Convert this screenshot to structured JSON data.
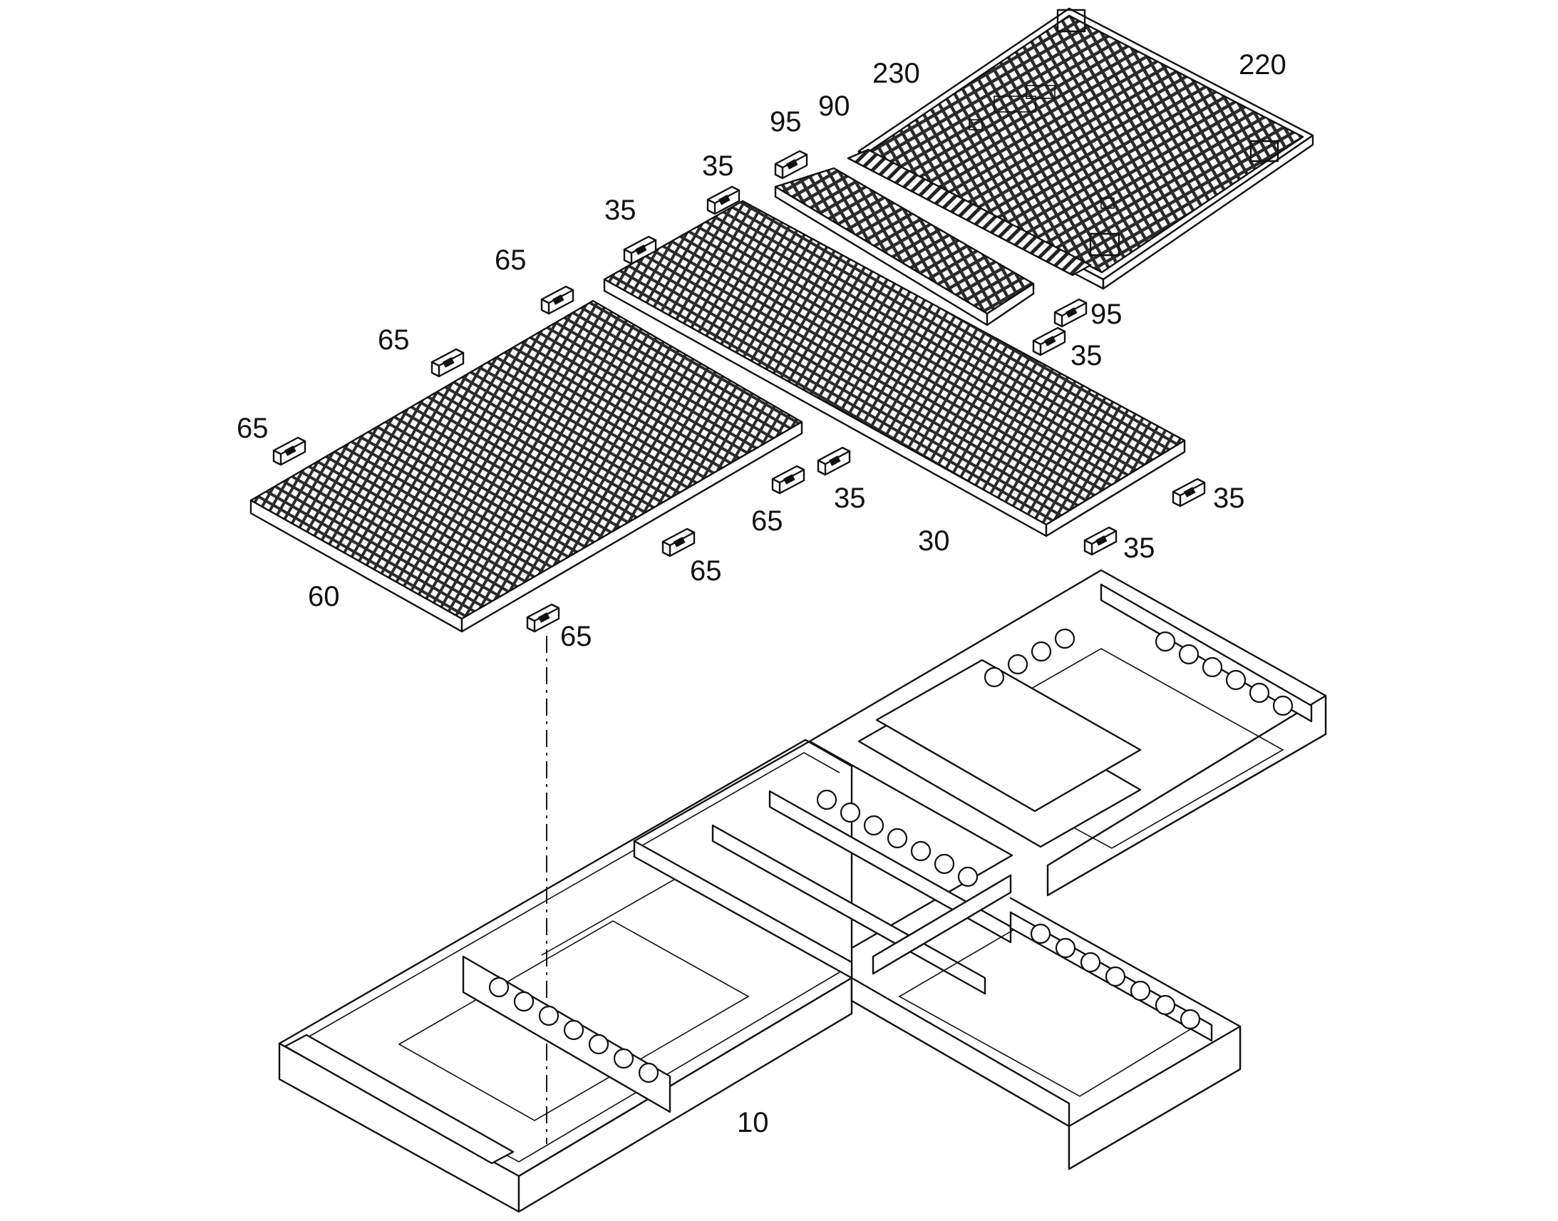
{
  "figure": {
    "labels": {
      "grating_220": "220",
      "strip_230": "230",
      "grating_90": "90",
      "clip_95_top": "95",
      "clip_95_right": "95",
      "clip_35_top_a": "35",
      "clip_35_top_b": "35",
      "clip_35_right_a": "35",
      "clip_35_mid": "35",
      "clip_35_right_b": "35",
      "clip_35_right_c": "35",
      "clip_65_top_a": "65",
      "clip_65_top_b": "65",
      "clip_65_top_c": "65",
      "clip_65_mid": "65",
      "clip_65_bottom_a": "65",
      "clip_65_bottom_b": "65",
      "grating_30": "30",
      "grating_60": "60",
      "frame_10": "10"
    },
    "colors": {
      "ink": "#111111",
      "paper": "#ffffff",
      "grating_fill": "#4a4a4a"
    }
  }
}
